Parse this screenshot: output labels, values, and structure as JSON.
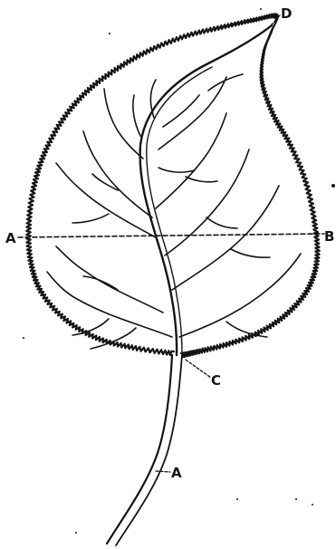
{
  "figure": {
    "labels": {
      "apex": "D",
      "width_left": "A",
      "width_right": "B",
      "base": "C",
      "petiole": "A"
    },
    "colors": {
      "ink": "#141414",
      "paper": "#ffffff"
    }
  }
}
